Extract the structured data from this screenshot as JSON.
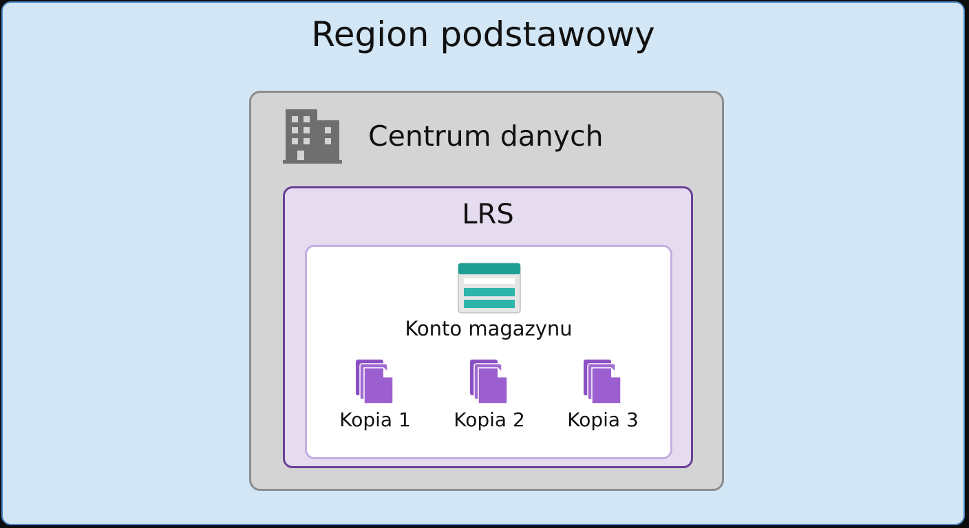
{
  "region": {
    "title": "Region podstawowy"
  },
  "datacenter": {
    "title": "Centrum danych",
    "icon": "building-icon"
  },
  "lrs": {
    "title": "LRS"
  },
  "storage_account": {
    "title": "Konto magazynu",
    "icon": "storage-account-icon"
  },
  "copies": [
    {
      "label": "Kopia 1",
      "icon": "document-stack-icon"
    },
    {
      "label": "Kopia 2",
      "icon": "document-stack-icon"
    },
    {
      "label": "Kopia 3",
      "icon": "document-stack-icon"
    }
  ],
  "colors": {
    "region_bg": "#d2e6f5",
    "region_border": "#4a86c5",
    "datacenter_bg": "#d4d4d4",
    "lrs_border": "#6a3f95",
    "lrs_bg": "#e5dcef",
    "storage_teal": "#1f9f94",
    "copy_purple": "#9b5fcf"
  }
}
